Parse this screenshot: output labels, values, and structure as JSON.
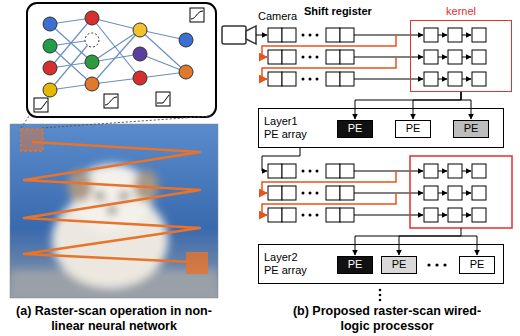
{
  "diagram": {
    "nodes": [
      {
        "text": [
          "kernel"
        ]
      },
      {
        "text": [
          "Layer1 PE array"
        ]
      },
      {
        "text": [
          "PE"
        ],
        "in": 1
      },
      {
        "text": [
          "PE"
        ],
        "in": 1
      },
      {
        "text": [
          "PE"
        ],
        "in": 1
      },
      {
        "text": [
          "Layer2 PE array"
        ]
      },
      {
        "text": [
          "PE"
        ],
        "in": 5
      },
      {
        "text": [
          "PE"
        ],
        "in": 5
      },
      {
        "text": [
          "PE"
        ],
        "in": 5
      }
    ],
    "edges": [
      {
        "from": 0,
        "to": 2,
        "arrow": "to"
      },
      {
        "from": 0,
        "to": 3,
        "arrow": "to"
      },
      {
        "from": 0,
        "to": 4,
        "arrow": "to"
      }
    ],
    "labels": [
      "Camera",
      "Shift register",
      "(a) Raster-scan operation in non-linear neural network",
      "(b) Proposed raster-scan wired-logic processor"
    ]
  }
}
